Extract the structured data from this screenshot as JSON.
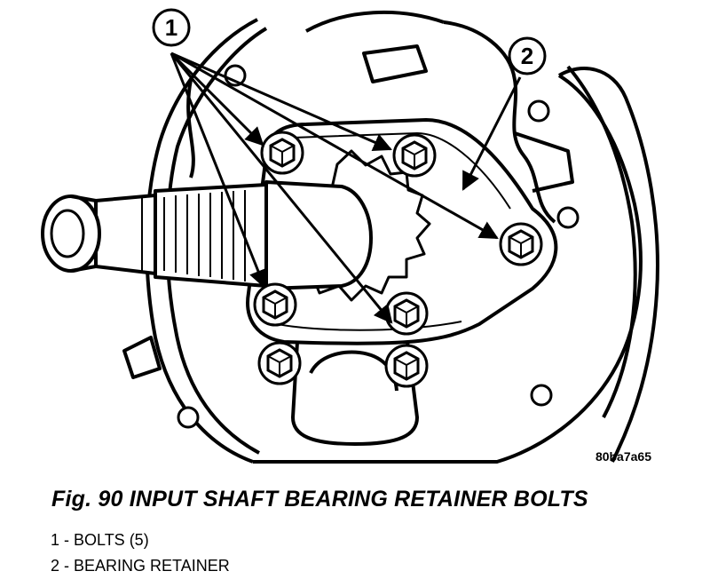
{
  "figure": {
    "callouts": [
      {
        "number": "1"
      },
      {
        "number": "2"
      }
    ],
    "image_code": "80ba7a65"
  },
  "caption": "Fig. 90 INPUT SHAFT BEARING RETAINER BOLTS",
  "legend": [
    "1 - BOLTS (5)",
    "2 - BEARING RETAINER"
  ]
}
